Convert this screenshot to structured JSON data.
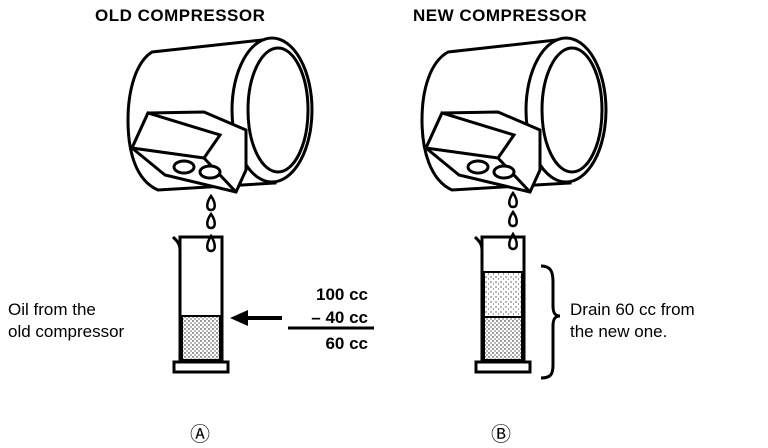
{
  "panel_a": {
    "title": "OLD COMPRESSOR",
    "oil_label_line1": "Oil from the",
    "oil_label_line2": "old compressor",
    "calc_line1": "100 cc",
    "calc_line2": "– 40 cc",
    "calc_result": "60 cc",
    "marker": "Ⓐ"
  },
  "panel_b": {
    "title": "NEW COMPRESSOR",
    "drain_line1": "Drain 60 cc from",
    "drain_line2": "the new one.",
    "marker": "Ⓑ"
  }
}
